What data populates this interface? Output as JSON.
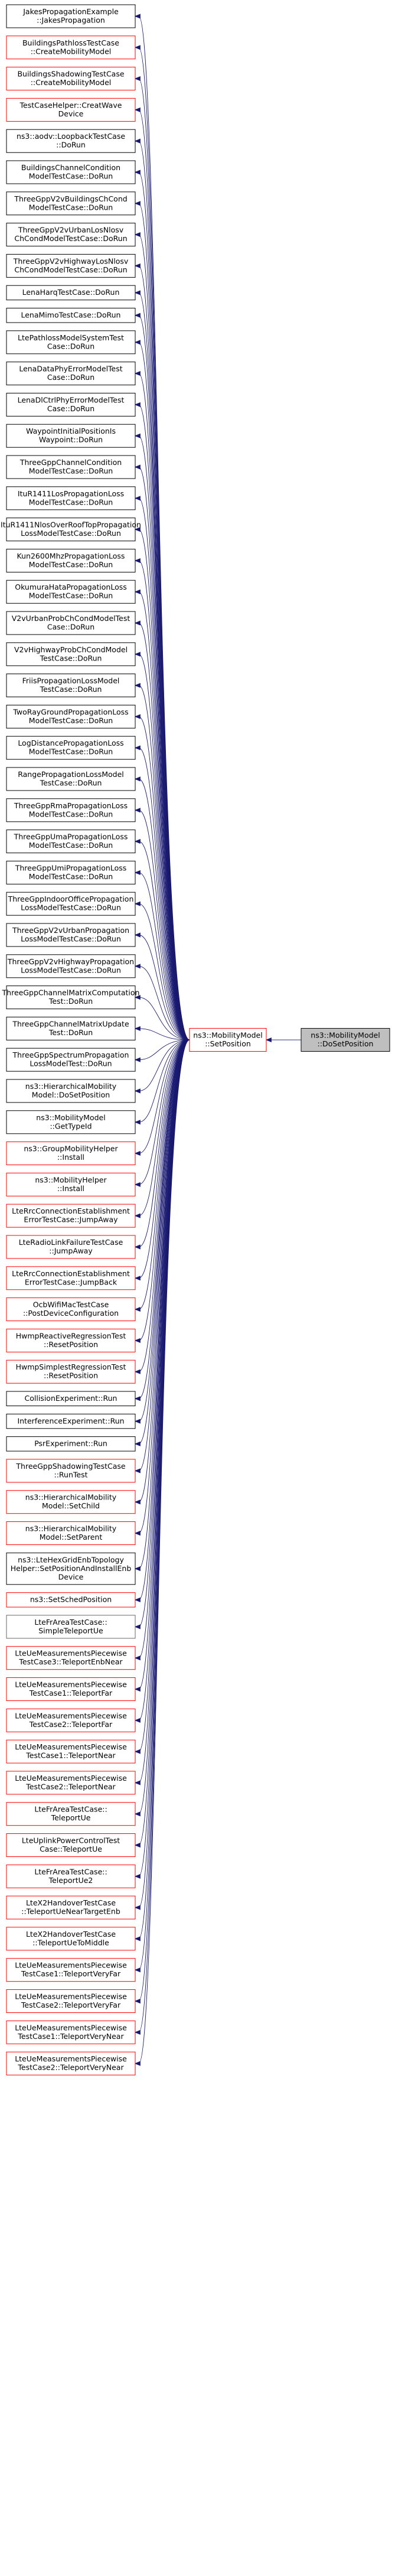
{
  "target": "ns3::MobilityModel::DoSetPosition",
  "center": "ns3::MobilityModel::SetPosition",
  "colors": {
    "edge": "#191970",
    "border_normal": "#000000",
    "border_red": "#ff0000",
    "border_gray": "#666666",
    "target_fill": "#bfbfbf",
    "node_fill": "#ffffff"
  },
  "target_node": {
    "lines": [
      "ns3::MobilityModel",
      "::DoSetPosition"
    ],
    "style": "target"
  },
  "center_node": {
    "lines": [
      "ns3::MobilityModel",
      "::SetPosition"
    ],
    "style": "red"
  },
  "callers": [
    {
      "lines": [
        "JakesPropagationExample",
        "::JakesPropagation"
      ],
      "style": "black"
    },
    {
      "lines": [
        "BuildingsPathlossTestCase",
        "::CreateMobilityModel"
      ],
      "style": "red"
    },
    {
      "lines": [
        "BuildingsShadowingTestCase",
        "::CreateMobilityModel"
      ],
      "style": "red"
    },
    {
      "lines": [
        "TestCaseHelper::CreatWave",
        "Device"
      ],
      "style": "red"
    },
    {
      "lines": [
        "ns3::aodv::LoopbackTestCase",
        "::DoRun"
      ],
      "style": "black"
    },
    {
      "lines": [
        "BuildingsChannelCondition",
        "ModelTestCase::DoRun"
      ],
      "style": "black"
    },
    {
      "lines": [
        "ThreeGppV2vBuildingsChCond",
        "ModelTestCase::DoRun"
      ],
      "style": "black"
    },
    {
      "lines": [
        "ThreeGppV2vUrbanLosNlosv",
        "ChCondModelTestCase::DoRun"
      ],
      "style": "black"
    },
    {
      "lines": [
        "ThreeGppV2vHighwayLosNlosv",
        "ChCondModelTestCase::DoRun"
      ],
      "style": "black"
    },
    {
      "lines": [
        "LenaHarqTestCase::DoRun"
      ],
      "style": "black"
    },
    {
      "lines": [
        "LenaMimoTestCase::DoRun"
      ],
      "style": "black"
    },
    {
      "lines": [
        "LtePathlossModelSystemTest",
        "Case::DoRun"
      ],
      "style": "black"
    },
    {
      "lines": [
        "LenaDataPhyErrorModelTest",
        "Case::DoRun"
      ],
      "style": "black"
    },
    {
      "lines": [
        "LenaDlCtrlPhyErrorModelTest",
        "Case::DoRun"
      ],
      "style": "black"
    },
    {
      "lines": [
        "WaypointInitialPositionIs",
        "Waypoint::DoRun"
      ],
      "style": "black"
    },
    {
      "lines": [
        "ThreeGppChannelCondition",
        "ModelTestCase::DoRun"
      ],
      "style": "black"
    },
    {
      "lines": [
        "ItuR1411LosPropagationLoss",
        "ModelTestCase::DoRun"
      ],
      "style": "black"
    },
    {
      "lines": [
        "ItuR1411NlosOverRoofTopPropagation",
        "LossModelTestCase::DoRun"
      ],
      "style": "black"
    },
    {
      "lines": [
        "Kun2600MhzPropagationLoss",
        "ModelTestCase::DoRun"
      ],
      "style": "black"
    },
    {
      "lines": [
        "OkumuraHataPropagationLoss",
        "ModelTestCase::DoRun"
      ],
      "style": "black"
    },
    {
      "lines": [
        "V2vUrbanProbChCondModelTest",
        "Case::DoRun"
      ],
      "style": "black"
    },
    {
      "lines": [
        "V2vHighwayProbChCondModel",
        "TestCase::DoRun"
      ],
      "style": "black"
    },
    {
      "lines": [
        "FriisPropagationLossModel",
        "TestCase::DoRun"
      ],
      "style": "black"
    },
    {
      "lines": [
        "TwoRayGroundPropagationLoss",
        "ModelTestCase::DoRun"
      ],
      "style": "black"
    },
    {
      "lines": [
        "LogDistancePropagationLoss",
        "ModelTestCase::DoRun"
      ],
      "style": "black"
    },
    {
      "lines": [
        "RangePropagationLossModel",
        "TestCase::DoRun"
      ],
      "style": "black"
    },
    {
      "lines": [
        "ThreeGppRmaPropagationLoss",
        "ModelTestCase::DoRun"
      ],
      "style": "black"
    },
    {
      "lines": [
        "ThreeGppUmaPropagationLoss",
        "ModelTestCase::DoRun"
      ],
      "style": "black"
    },
    {
      "lines": [
        "ThreeGppUmiPropagationLoss",
        "ModelTestCase::DoRun"
      ],
      "style": "black"
    },
    {
      "lines": [
        "ThreeGppIndoorOfficePropagation",
        "LossModelTestCase::DoRun"
      ],
      "style": "black"
    },
    {
      "lines": [
        "ThreeGppV2vUrbanPropagation",
        "LossModelTestCase::DoRun"
      ],
      "style": "black"
    },
    {
      "lines": [
        "ThreeGppV2vHighwayPropagation",
        "LossModelTestCase::DoRun"
      ],
      "style": "black"
    },
    {
      "lines": [
        "ThreeGppChannelMatrixComputation",
        "Test::DoRun"
      ],
      "style": "black"
    },
    {
      "lines": [
        "ThreeGppChannelMatrixUpdate",
        "Test::DoRun"
      ],
      "style": "black"
    },
    {
      "lines": [
        "ThreeGppSpectrumPropagation",
        "LossModelTest::DoRun"
      ],
      "style": "black"
    },
    {
      "lines": [
        "ns3::HierarchicalMobility",
        "Model::DoSetPosition"
      ],
      "style": "black"
    },
    {
      "lines": [
        "ns3::MobilityModel",
        "::GetTypeId"
      ],
      "style": "black"
    },
    {
      "lines": [
        "ns3::GroupMobilityHelper",
        "::Install"
      ],
      "style": "red"
    },
    {
      "lines": [
        "ns3::MobilityHelper",
        "::Install"
      ],
      "style": "red"
    },
    {
      "lines": [
        "LteRrcConnectionEstablishment",
        "ErrorTestCase::JumpAway"
      ],
      "style": "red"
    },
    {
      "lines": [
        "LteRadioLinkFailureTestCase",
        "::JumpAway"
      ],
      "style": "red"
    },
    {
      "lines": [
        "LteRrcConnectionEstablishment",
        "ErrorTestCase::JumpBack"
      ],
      "style": "red"
    },
    {
      "lines": [
        "OcbWifiMacTestCase",
        "::PostDeviceConfiguration"
      ],
      "style": "red"
    },
    {
      "lines": [
        "HwmpReactiveRegressionTest",
        "::ResetPosition"
      ],
      "style": "red"
    },
    {
      "lines": [
        "HwmpSimplestRegressionTest",
        "::ResetPosition"
      ],
      "style": "red"
    },
    {
      "lines": [
        "CollisionExperiment::Run"
      ],
      "style": "black"
    },
    {
      "lines": [
        "InterferenceExperiment::Run"
      ],
      "style": "black"
    },
    {
      "lines": [
        "PsrExperiment::Run"
      ],
      "style": "black"
    },
    {
      "lines": [
        "ThreeGppShadowingTestCase",
        "::RunTest"
      ],
      "style": "red"
    },
    {
      "lines": [
        "ns3::HierarchicalMobility",
        "Model::SetChild"
      ],
      "style": "red"
    },
    {
      "lines": [
        "ns3::HierarchicalMobility",
        "Model::SetParent"
      ],
      "style": "red"
    },
    {
      "lines": [
        "ns3::LteHexGridEnbTopology",
        "Helper::SetPositionAndInstallEnb",
        "Device"
      ],
      "style": "black"
    },
    {
      "lines": [
        "ns3::SetSchedPosition"
      ],
      "style": "red"
    },
    {
      "lines": [
        "LteFrAreaTestCase::",
        "SimpleTeleportUe"
      ],
      "style": "gray"
    },
    {
      "lines": [
        "LteUeMeasurementsPiecewise",
        "TestCase3::TeleportEnbNear"
      ],
      "style": "red"
    },
    {
      "lines": [
        "LteUeMeasurementsPiecewise",
        "TestCase1::TeleportFar"
      ],
      "style": "red"
    },
    {
      "lines": [
        "LteUeMeasurementsPiecewise",
        "TestCase2::TeleportFar"
      ],
      "style": "red"
    },
    {
      "lines": [
        "LteUeMeasurementsPiecewise",
        "TestCase1::TeleportNear"
      ],
      "style": "red"
    },
    {
      "lines": [
        "LteUeMeasurementsPiecewise",
        "TestCase2::TeleportNear"
      ],
      "style": "red"
    },
    {
      "lines": [
        "LteFrAreaTestCase::",
        "TeleportUe"
      ],
      "style": "red"
    },
    {
      "lines": [
        "LteUplinkPowerControlTest",
        "Case::TeleportUe"
      ],
      "style": "red"
    },
    {
      "lines": [
        "LteFrAreaTestCase::",
        "TeleportUe2"
      ],
      "style": "red"
    },
    {
      "lines": [
        "LteX2HandoverTestCase",
        "::TeleportUeNearTargetEnb"
      ],
      "style": "red"
    },
    {
      "lines": [
        "LteX2HandoverTestCase",
        "::TeleportUeToMiddle"
      ],
      "style": "red"
    },
    {
      "lines": [
        "LteUeMeasurementsPiecewise",
        "TestCase1::TeleportVeryFar"
      ],
      "style": "red"
    },
    {
      "lines": [
        "LteUeMeasurementsPiecewise",
        "TestCase2::TeleportVeryFar"
      ],
      "style": "red"
    },
    {
      "lines": [
        "LteUeMeasurementsPiecewise",
        "TestCase1::TeleportVeryNear"
      ],
      "style": "red"
    },
    {
      "lines": [
        "LteUeMeasurementsPiecewise",
        "TestCase2::TeleportVeryNear"
      ],
      "style": "red"
    }
  ]
}
